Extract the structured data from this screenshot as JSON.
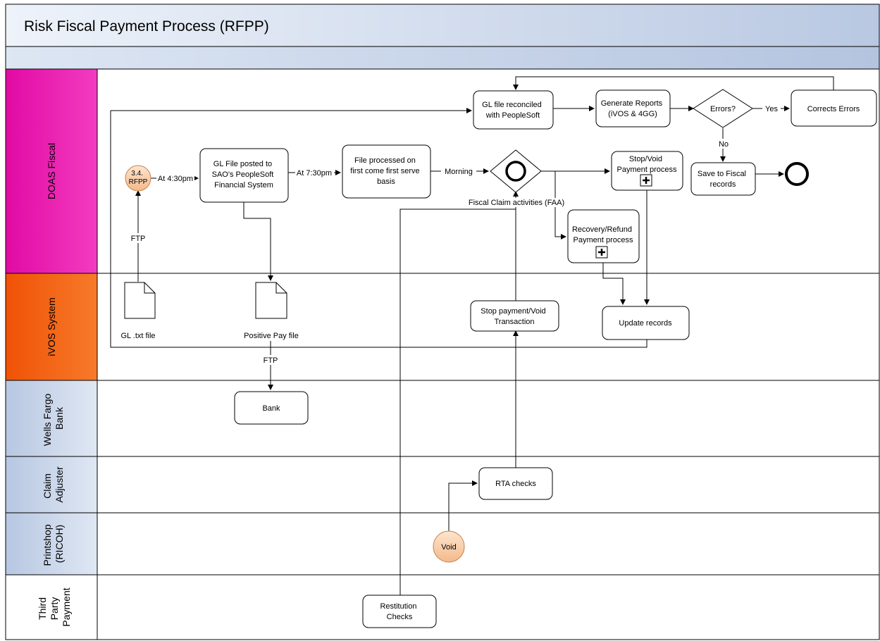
{
  "title": "Risk Fiscal Payment Process (RFPP)",
  "lanes": [
    {
      "id": "doas",
      "label": [
        "DOAS Fiscal"
      ],
      "color": "#e40fa8"
    },
    {
      "id": "ivos",
      "label": [
        "iVOS System"
      ],
      "color": "#f25a0f"
    },
    {
      "id": "wells",
      "label": [
        "Wells Fargo",
        "Bank"
      ],
      "color": "#c6d3e8"
    },
    {
      "id": "claim",
      "label": [
        "Claim",
        "Adjuster"
      ],
      "color": "#c6d3e8"
    },
    {
      "id": "print",
      "label": [
        "Printshop",
        "(RICOH)"
      ],
      "color": "#c6d3e8"
    },
    {
      "id": "third",
      "label": [
        "Third",
        "Party",
        "Payment"
      ],
      "color": "#ffffff"
    }
  ],
  "nodes": {
    "start": [
      "3.4.",
      "RFPP"
    ],
    "gl_posted": [
      "GL File posted to",
      "SAO's PeopleSoft",
      "Financial System"
    ],
    "file_processed": [
      "File processed on",
      "first come first serve",
      "basis"
    ],
    "gl_reconciled": [
      "GL file reconciled",
      "with PeopleSoft"
    ],
    "generate_reports": [
      "Generate Reports",
      "(iVOS & 4GG)"
    ],
    "errors_decision": [
      "Errors?"
    ],
    "corrects_errors": [
      "Corrects Errors"
    ],
    "stop_void_process": [
      "Stop/Void",
      "Payment process"
    ],
    "save_fiscal": [
      "Save to Fiscal",
      "records"
    ],
    "recovery_refund": [
      "Recovery/Refund",
      "Payment process"
    ],
    "gl_txt": [
      "GL .txt file"
    ],
    "positive_pay": [
      "Positive Pay file"
    ],
    "stop_payment_void": [
      "Stop payment/Void",
      "Transaction"
    ],
    "update_records": [
      "Update records"
    ],
    "bank": [
      "Bank"
    ],
    "rta_checks": [
      "RTA checks"
    ],
    "void": [
      "Void"
    ],
    "restitution": [
      "Restitution",
      "Checks"
    ]
  },
  "edge_labels": {
    "at_430": "At 4:30pm",
    "at_730": "At 7:30pm",
    "morning": "Morning",
    "yes": "Yes",
    "no": "No",
    "ftp_up": "FTP",
    "ftp_down": "FTP",
    "fiscal_claim": "Fiscal Claim activities (FAA)"
  },
  "colors": {
    "header_start": "#eef3fa",
    "header_end": "#b9c8e2",
    "event_fill": "#f6c79b",
    "border": "#000000"
  }
}
